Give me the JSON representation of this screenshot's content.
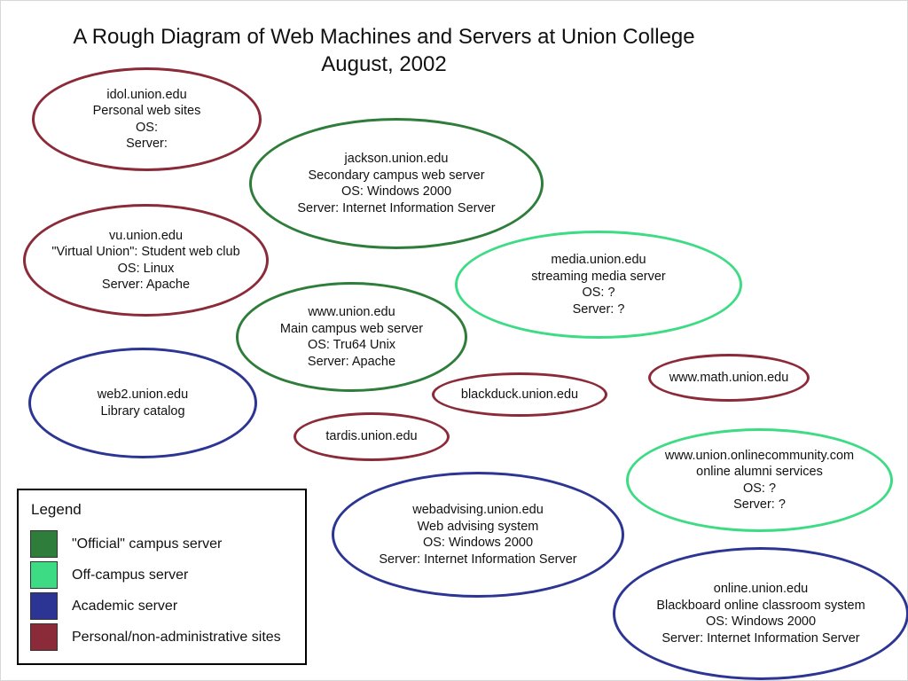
{
  "title": {
    "line1": "A Rough Diagram of Web Machines and Servers at Union College",
    "line2": "August, 2002"
  },
  "colors": {
    "official": "#2e7d3a",
    "offcampus": "#3ddc84",
    "academic": "#2c3593",
    "personal": "#8b2a38"
  },
  "nodes": [
    {
      "id": "idol",
      "category": "personal",
      "lines": [
        "idol.union.edu",
        "Personal web sites",
        "OS:",
        "Server:"
      ]
    },
    {
      "id": "jackson",
      "category": "official",
      "lines": [
        "jackson.union.edu",
        "Secondary campus web server",
        "OS: Windows 2000",
        "Server: Internet Information Server"
      ]
    },
    {
      "id": "vu",
      "category": "personal",
      "lines": [
        "vu.union.edu",
        "\"Virtual Union\": Student web club",
        "OS: Linux",
        "Server: Apache"
      ]
    },
    {
      "id": "media",
      "category": "offcampus",
      "lines": [
        "media.union.edu",
        "streaming media server",
        "OS: ?",
        "Server: ?"
      ]
    },
    {
      "id": "www",
      "category": "official",
      "lines": [
        "www.union.edu",
        "Main campus web server",
        "OS: Tru64 Unix",
        "Server: Apache"
      ]
    },
    {
      "id": "mathwww",
      "category": "personal",
      "lines": [
        "www.math.union.edu"
      ]
    },
    {
      "id": "web2",
      "category": "academic",
      "lines": [
        "web2.union.edu",
        "Library catalog"
      ]
    },
    {
      "id": "blackduck",
      "category": "personal",
      "lines": [
        "blackduck.union.edu"
      ]
    },
    {
      "id": "tardis",
      "category": "personal",
      "lines": [
        "tardis.union.edu"
      ]
    },
    {
      "id": "onlinecommunity",
      "category": "offcampus",
      "lines": [
        "www.union.onlinecommunity.com",
        "online alumni services",
        "OS: ?",
        "Server: ?"
      ]
    },
    {
      "id": "webadvising",
      "category": "academic",
      "lines": [
        "webadvising.union.edu",
        "Web advising system",
        "OS: Windows 2000",
        "Server: Internet Information Server"
      ]
    },
    {
      "id": "online",
      "category": "academic",
      "lines": [
        "online.union.edu",
        "Blackboard online classroom system",
        "OS: Windows 2000",
        "Server: Internet Information Server"
      ]
    }
  ],
  "legend": {
    "title": "Legend",
    "items": [
      {
        "category": "official",
        "label": "\"Official\" campus server"
      },
      {
        "category": "offcampus",
        "label": "Off-campus server"
      },
      {
        "category": "academic",
        "label": "Academic server"
      },
      {
        "category": "personal",
        "label": "Personal/non-administrative sites"
      }
    ]
  }
}
